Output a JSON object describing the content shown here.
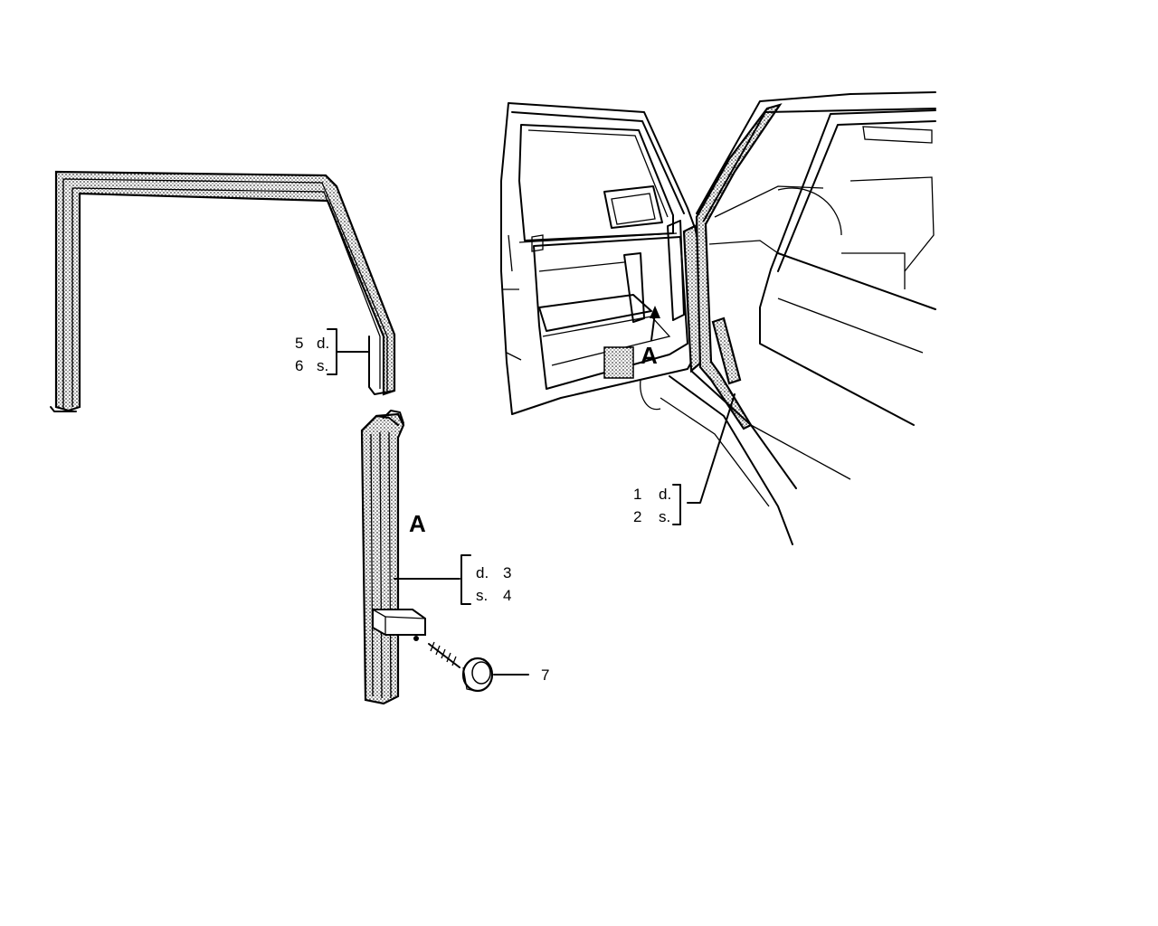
{
  "callouts": {
    "frame_seal": {
      "num_a": "5",
      "side_a": "d.",
      "num_b": "6",
      "side_b": "s."
    },
    "door_seal": {
      "num_a": "1",
      "side_a": "d.",
      "num_b": "2",
      "side_b": "s."
    },
    "channel": {
      "side_a": "d.",
      "num_a": "3",
      "side_b": "s.",
      "num_b": "4"
    },
    "screw": {
      "num": "7"
    }
  },
  "detail_marker": "A",
  "car_detail_marker": "A"
}
